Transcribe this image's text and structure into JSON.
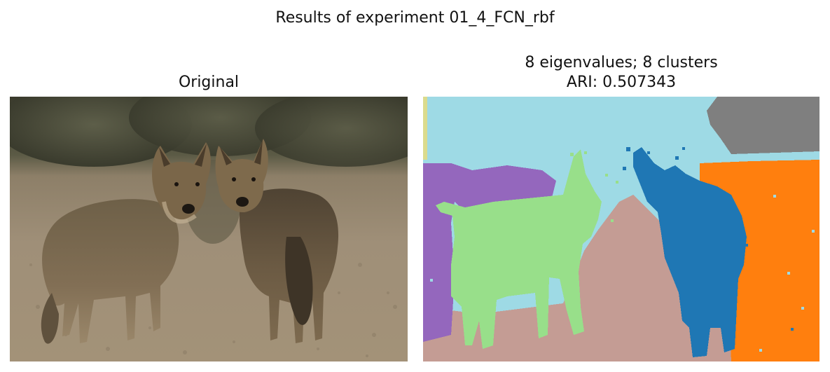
{
  "figure": {
    "suptitle": "Results of experiment 01_4_FCN_rbf"
  },
  "left_panel": {
    "title": "Original",
    "content": "photo"
  },
  "right_panel": {
    "title_line1": "8 eigenvalues; 8 clusters",
    "title_line2": "ARI: 0.507343",
    "content": "segmentation"
  },
  "segmentation_palette": {
    "cluster_1": "#1f77b4",
    "cluster_2": "#ff7f0e",
    "cluster_3": "#9467bd",
    "cluster_4": "#c49c94",
    "cluster_5": "#98df8a",
    "cluster_6": "#9edae5",
    "cluster_7": "#7f7f7f",
    "cluster_8": "#dbdb8d"
  }
}
